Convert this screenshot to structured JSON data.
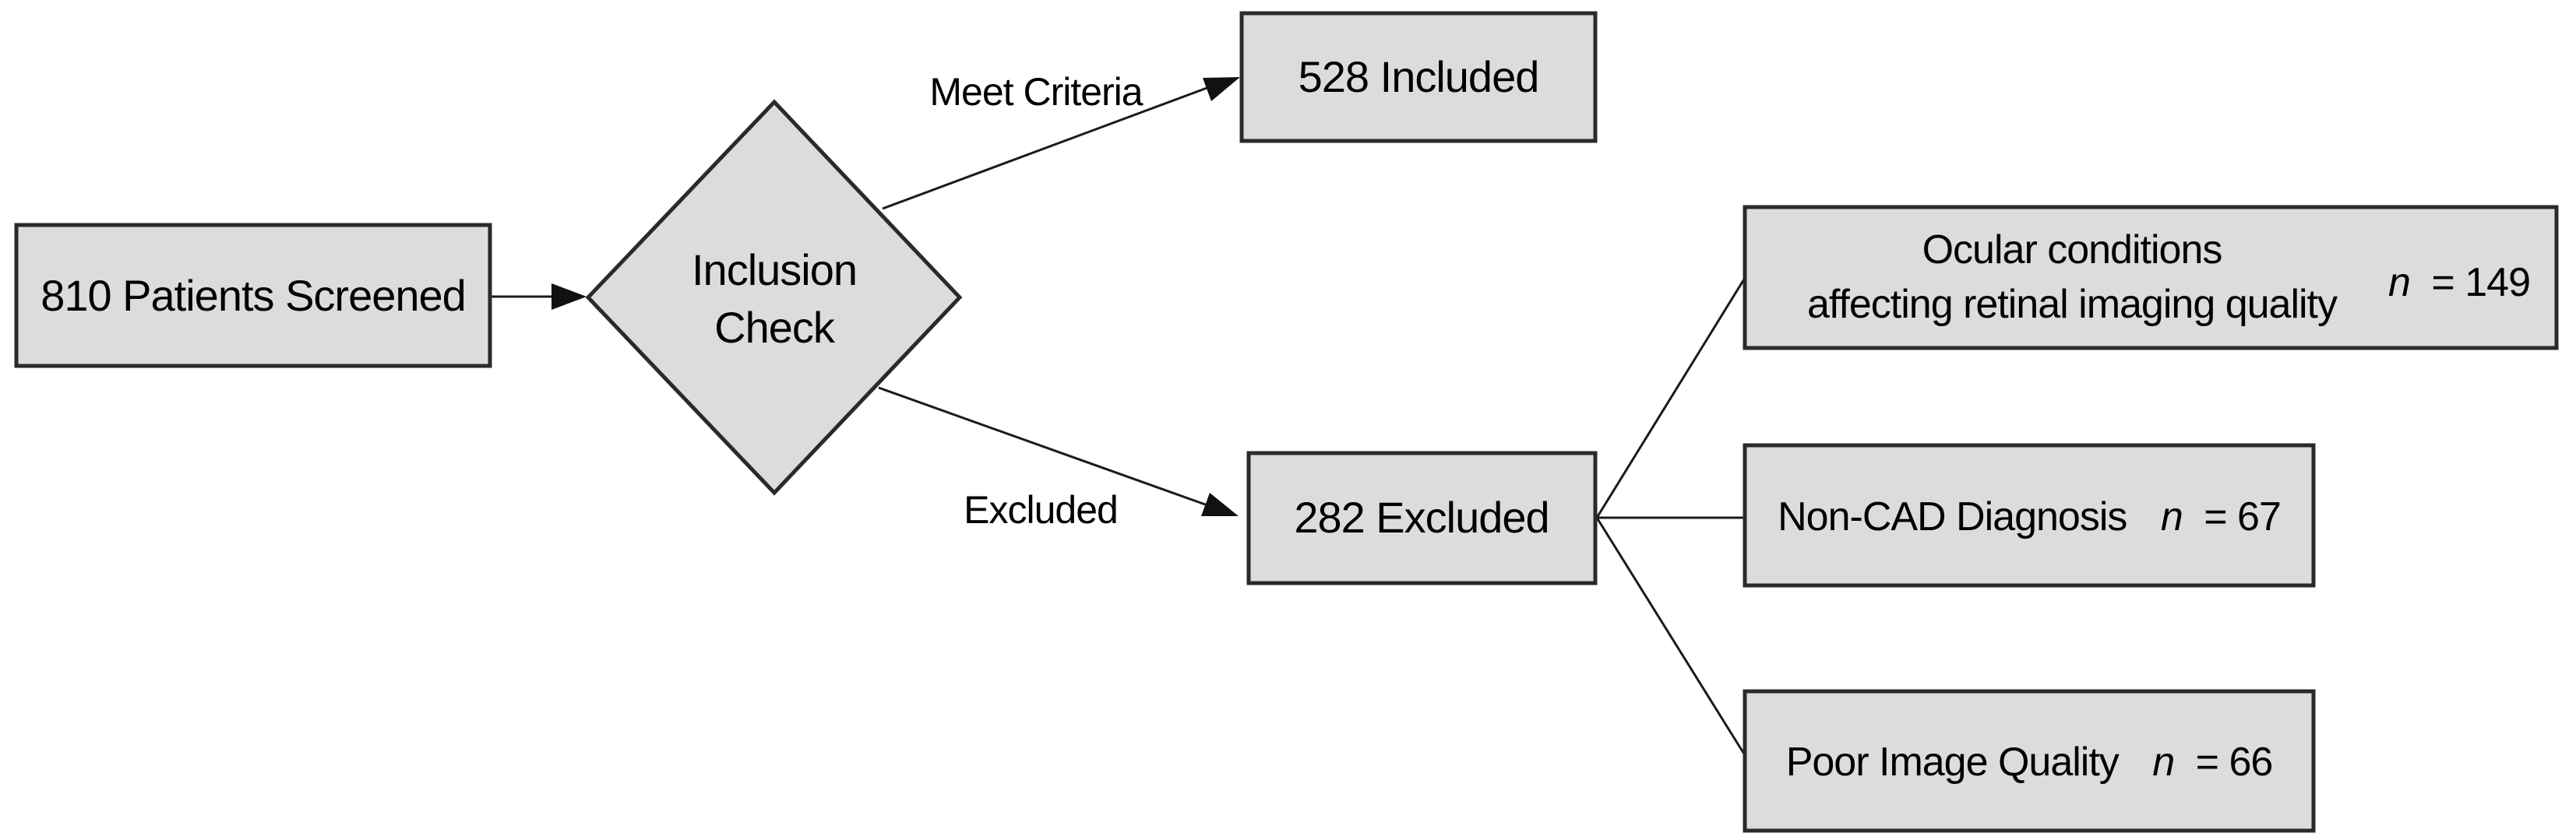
{
  "flowchart": {
    "nodes": {
      "screened": {
        "label": "810 Patients Screened"
      },
      "inclusion_check": {
        "line1": "Inclusion",
        "line2": "Check"
      },
      "included": {
        "label": "528 Included"
      },
      "excluded": {
        "label": "282 Excluded"
      },
      "reason_ocular": {
        "line1": "Ocular conditions",
        "line2": "affecting retinal imaging quality",
        "n_label": "n",
        "n_value": "= 149"
      },
      "reason_noncad": {
        "label": "Non-CAD Diagnosis",
        "n_label": "n",
        "n_value": "= 67"
      },
      "reason_quality": {
        "label": "Poor Image Quality",
        "n_label": "n",
        "n_value": "= 66"
      }
    },
    "edge_labels": {
      "meet_criteria": "Meet Criteria",
      "excluded": "Excluded"
    },
    "colors": {
      "background": "#ffffff",
      "node_fill": "#dcdcdc",
      "node_border": "#2a2a2a",
      "connector": "#1a1a1a",
      "text": "#000000"
    }
  }
}
